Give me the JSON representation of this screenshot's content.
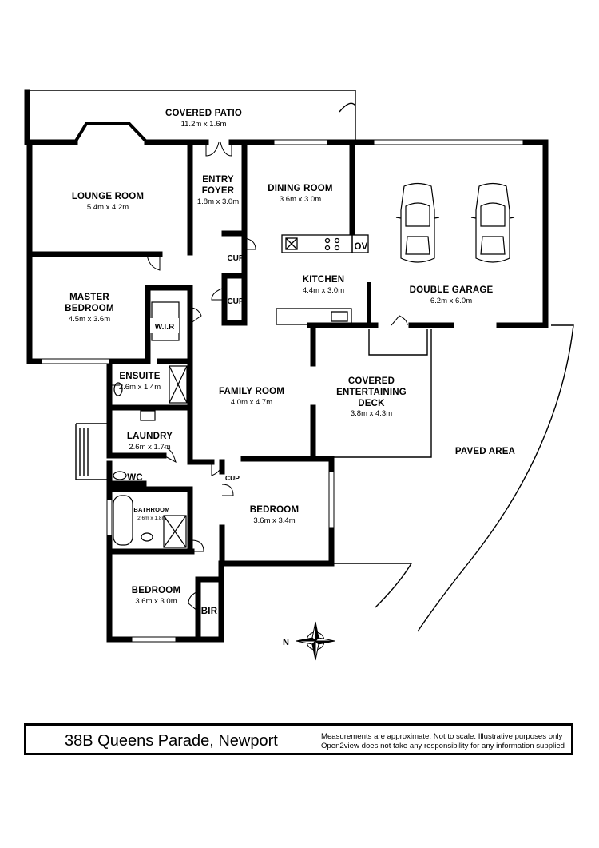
{
  "rooms": {
    "covered_patio": {
      "name": "COVERED PATIO",
      "dims": "11.2m x 1.6m"
    },
    "lounge_room": {
      "name": "LOUNGE ROOM",
      "dims": "5.4m x 4.2m"
    },
    "entry_foyer": {
      "name_line1": "ENTRY",
      "name_line2": "FOYER",
      "dims": "1.8m x 3.0m"
    },
    "dining_room": {
      "name": "DINING ROOM",
      "dims": "3.6m x 3.0m"
    },
    "kitchen": {
      "name": "KITCHEN",
      "dims": "4.4m x 3.0m"
    },
    "double_garage": {
      "name": "DOUBLE GARAGE",
      "dims": "6.2m x 6.0m"
    },
    "master_bedroom": {
      "name_line1": "MASTER",
      "name_line2": "BEDROOM",
      "dims": "4.5m x 3.6m"
    },
    "wir": {
      "name": "W.I.R"
    },
    "ensuite": {
      "name": "ENSUITE",
      "dims": "2.6m x 1.4m"
    },
    "family_room": {
      "name": "FAMILY ROOM",
      "dims": "4.0m x 4.7m"
    },
    "covered_deck": {
      "name_line1": "COVERED",
      "name_line2": "ENTERTAINING",
      "name_line3": "DECK",
      "dims": "3.8m x 4.3m"
    },
    "laundry": {
      "name": "LAUNDRY",
      "dims": "2.6m x 1.7m"
    },
    "wc": {
      "name": "WC"
    },
    "bathroom": {
      "name": "BATHROOM",
      "dims": "2.6m x 1.8m"
    },
    "bedroom_2": {
      "name": "BEDROOM",
      "dims": "3.6m x 3.4m"
    },
    "bedroom_3": {
      "name": "BEDROOM",
      "dims": "3.6m x 3.0m"
    },
    "bir": {
      "name": "BIR"
    },
    "paved_area": {
      "name": "PAVED AREA"
    },
    "cup_1": {
      "name": "CUP"
    },
    "cup_2": {
      "name": "CUP"
    },
    "cup_3": {
      "name": "CUP"
    },
    "oven": {
      "name": "OV"
    }
  },
  "compass": {
    "north_label": "N"
  },
  "footer": {
    "address": "38B Queens Parade, Newport",
    "disclaimer_line1": "Measurements are approximate. Not to scale. Illustrative purposes only",
    "disclaimer_line2": "Open2view does not take any responsibility for any information supplied"
  }
}
